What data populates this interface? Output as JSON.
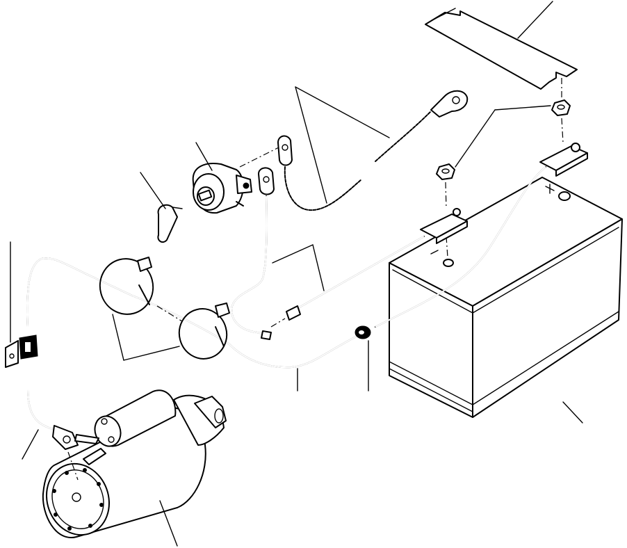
{
  "diagram": {
    "type": "exploded-parts-illustration",
    "ink_color": "#000000",
    "background_color": "#ffffff",
    "parts": [
      "battery-cover-plate",
      "battery",
      "battery-terminal-nut",
      "starter-motor",
      "battery-cable-long",
      "ground-cable",
      "braided-ground-strap",
      "battery-disconnect-switch",
      "switch-key",
      "cable-ties",
      "cable-grommet",
      "cable-clip"
    ]
  }
}
